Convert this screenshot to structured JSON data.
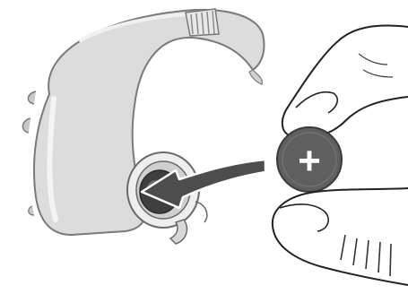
{
  "figure": {
    "battery_symbol": "+",
    "icons": [
      "hearing-aid-body",
      "battery-door",
      "insert-arrow",
      "battery-cell",
      "upper-finger",
      "lower-thumb"
    ],
    "colors": {
      "background": "#ffffff",
      "device_fill": "#dcdcdc",
      "device_stroke": "#7a7a7a",
      "battery_fill": "#5f5f5f",
      "battery_symbol": "#ffffff",
      "arrow_fill": "#4d4d4d",
      "finger_stroke": "#222222"
    }
  }
}
